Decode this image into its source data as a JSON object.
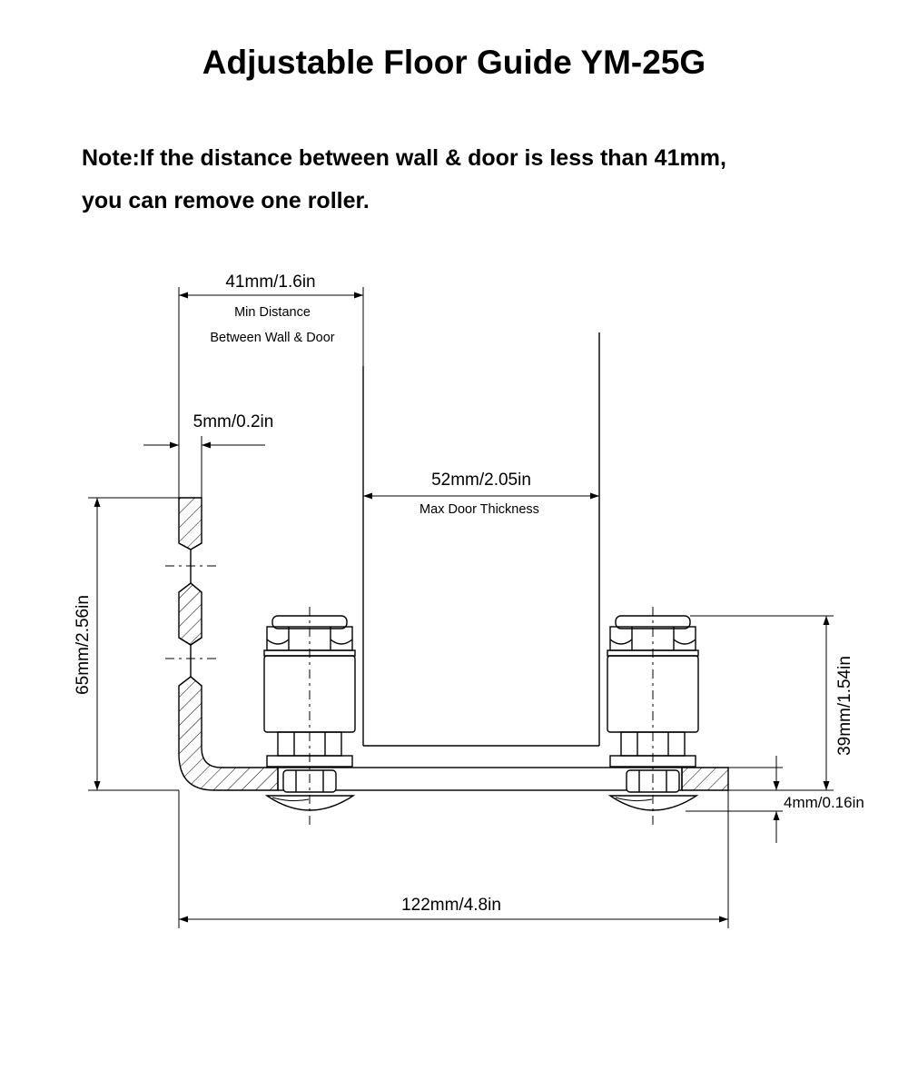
{
  "title": "Adjustable Floor Guide YM-25G",
  "note": {
    "line1": "Note:If the distance between wall & door is less than 41mm,",
    "line2": "you can remove one roller."
  },
  "dimensions": {
    "wall_door_distance": "41mm/1.6in",
    "wall_door_caption_1": "Min Distance",
    "wall_door_caption_2": "Between Wall & Door",
    "wall_plate_thickness": "5mm/0.2in",
    "door_thickness": "52mm/2.05in",
    "door_thickness_caption": "Max Door Thickness",
    "total_height": "65mm/2.56in",
    "roller_height": "39mm/1.54in",
    "base_thickness": "4mm/0.16in",
    "total_length": "122mm/4.8in"
  },
  "colors": {
    "line": "#000000",
    "background": "#ffffff"
  }
}
